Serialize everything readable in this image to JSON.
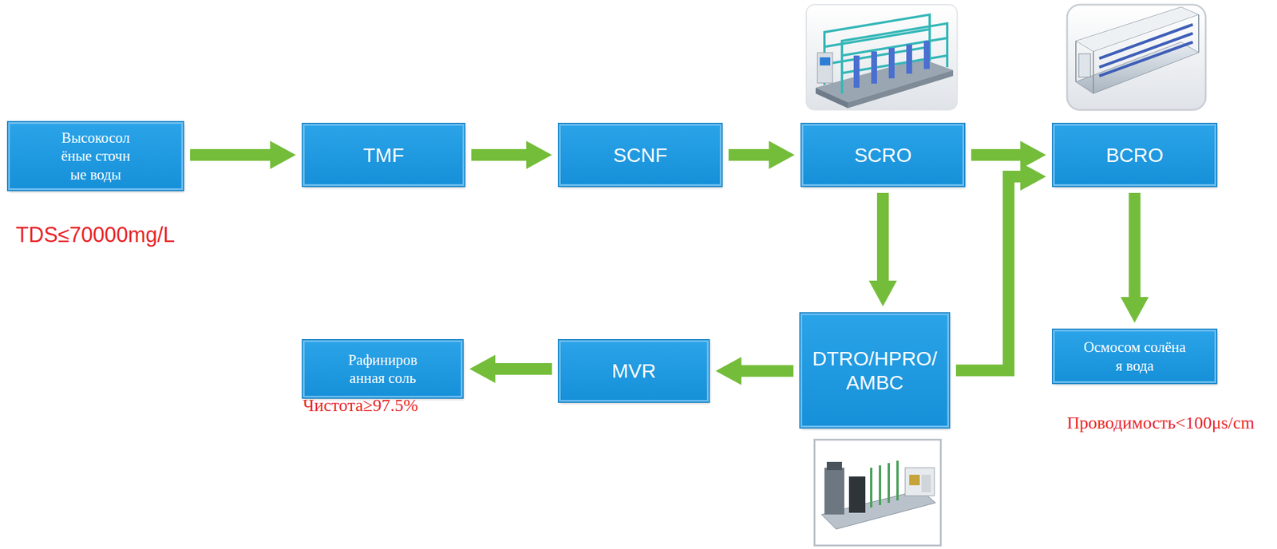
{
  "diagram": {
    "nodes": [
      {
        "text": [
          "Высокосол ёные сточн ые воды"
        ]
      },
      {
        "text": [
          "TMF"
        ]
      },
      {
        "text": [
          "SCNF"
        ]
      },
      {
        "text": [
          "SCRO"
        ]
      },
      {
        "text": [
          "BCRO"
        ]
      },
      {
        "text": [
          "DTRO/HPRO/ AMBC"
        ]
      },
      {
        "text": [
          "MVR"
        ]
      },
      {
        "text": [
          "Рафиниров анная соль"
        ]
      },
      {
        "text": [
          "Осмосом солёна я вода"
        ]
      }
    ],
    "edges": [
      {
        "from": 0,
        "to": 1,
        "arrow": "to"
      },
      {
        "from": 1,
        "to": 2,
        "arrow": "to"
      },
      {
        "from": 2,
        "to": 3,
        "arrow": "to"
      },
      {
        "from": 3,
        "to": 4,
        "arrow": "to"
      },
      {
        "from": 3,
        "to": 5,
        "arrow": "to"
      },
      {
        "from": 5,
        "to": 4,
        "arrow": "to"
      },
      {
        "from": 4,
        "to": 8,
        "arrow": "to"
      },
      {
        "from": 5,
        "to": 6,
        "arrow": "to"
      },
      {
        "from": 6,
        "to": 7,
        "arrow": "to"
      }
    ],
    "labels": [
      "TDS≤70000mg/L",
      "Чистота≥97.5%",
      "Проводимость<100μs/cm"
    ]
  }
}
